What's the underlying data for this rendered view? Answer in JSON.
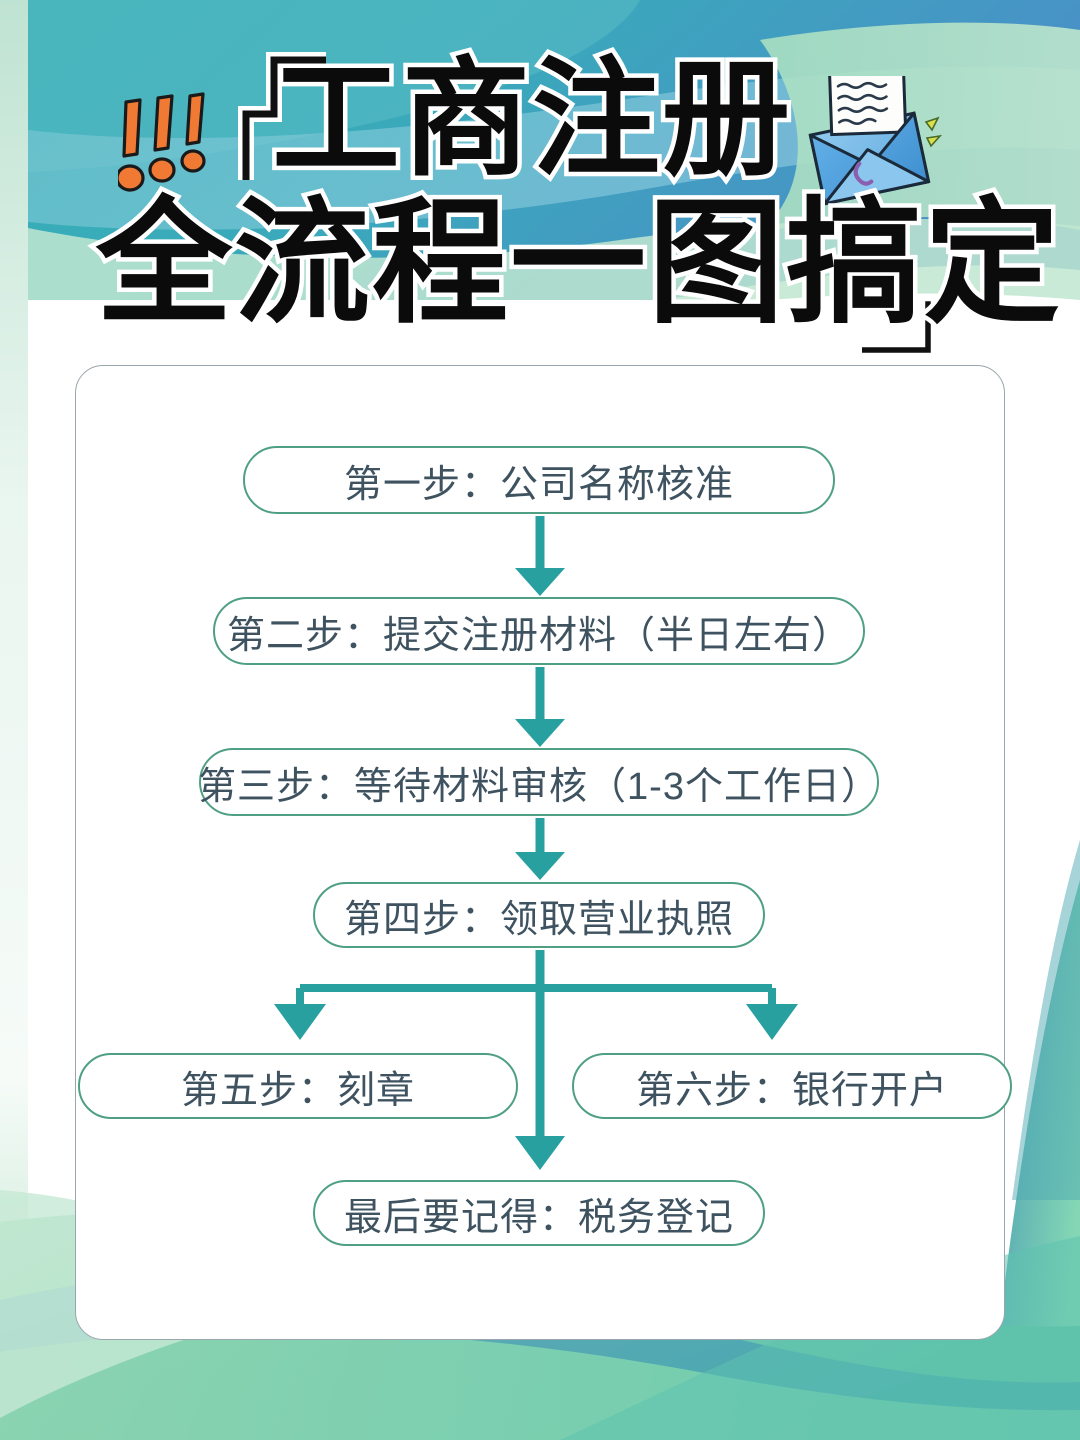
{
  "poster": {
    "title_line_1": "工商注册",
    "title_line_2": "全流程一图搞定",
    "decorations": {
      "exclamation_marks": "!!!",
      "bracket_top_left": "corner-bracket-icon",
      "bracket_bottom_right": "corner-bracket-icon",
      "envelope": "envelope-icon",
      "sparkle": "sparkle-icon"
    },
    "colors": {
      "title_text": "#0b0b0b",
      "title_outline": "#ffffff",
      "exclamation": "#f07a34",
      "node_border": "#4fa083",
      "node_text": "#3e5260",
      "arrow": "#28a0a0",
      "card_background": "#ffffff",
      "card_border": "#9aa6ad",
      "bg_teal": "#3aa8ac",
      "bg_blue": "#4a90c8",
      "bg_green": "#8fd6ac",
      "envelope_blue": "#6fb4e8"
    }
  },
  "chart_data": {
    "type": "diagram",
    "title": "工商注册全流程一图搞定",
    "orientation": "vertical-with-branch",
    "nodes": [
      {
        "id": "step1",
        "label": "第一步：公司名称核准"
      },
      {
        "id": "step2",
        "label": "第二步：提交注册材料（半日左右）"
      },
      {
        "id": "step3",
        "label": "第三步：等待材料审核（1-3个工作日）"
      },
      {
        "id": "step4",
        "label": "第四步：领取营业执照"
      },
      {
        "id": "step5",
        "label": "第五步：刻章"
      },
      {
        "id": "step6",
        "label": "第六步：银行开户"
      },
      {
        "id": "step7",
        "label": "最后要记得：税务登记"
      }
    ],
    "edges": [
      {
        "from": "step1",
        "to": "step2",
        "type": "arrow-down"
      },
      {
        "from": "step2",
        "to": "step3",
        "type": "arrow-down"
      },
      {
        "from": "step3",
        "to": "step4",
        "type": "arrow-down"
      },
      {
        "from": "step4",
        "to": "step5",
        "type": "branch-arrow-down-left"
      },
      {
        "from": "step4",
        "to": "step6",
        "type": "branch-arrow-down-right"
      },
      {
        "from": "step4",
        "to": "step7",
        "type": "arrow-down-through-center"
      }
    ]
  }
}
